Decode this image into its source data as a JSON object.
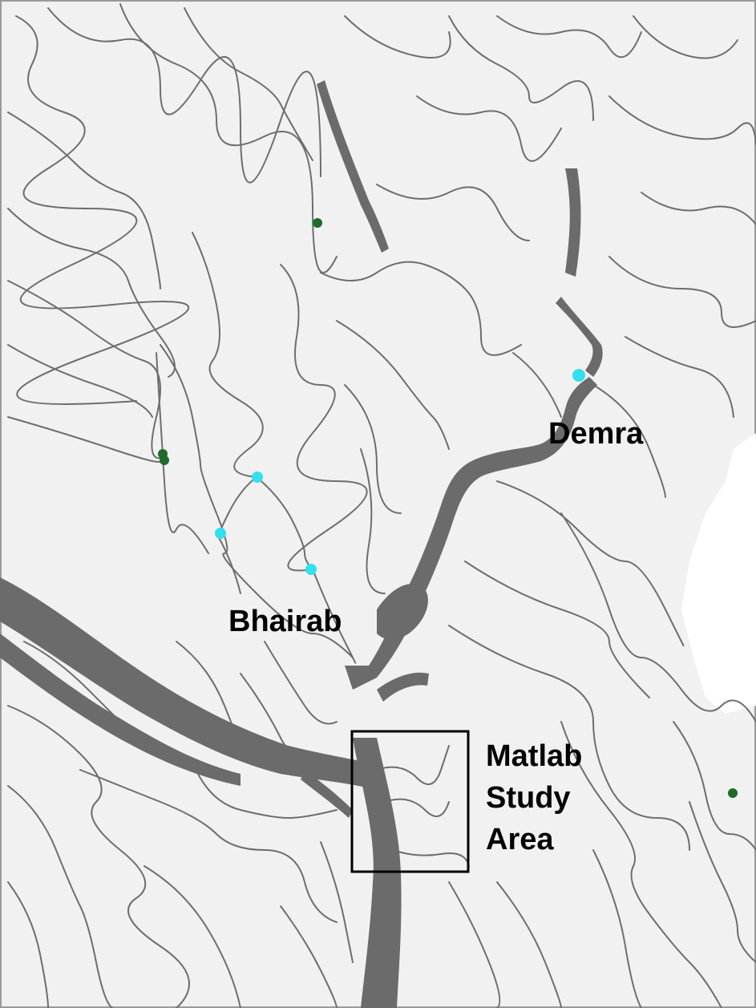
{
  "map": {
    "labels": {
      "demra": "Demra",
      "bhairab": "Bhairab",
      "study_area": [
        "Matlab",
        "Study",
        "Area"
      ]
    },
    "colors": {
      "land": "#f1f1f1",
      "outside_region": "#ffffff",
      "major_river": "#6b6b6b",
      "minor_river": "#6e6e6e",
      "border": "#9a9a9a",
      "station_green": "#1e6b2a",
      "station_cyan": "#33e0ee",
      "study_box": "#000000",
      "label_text": "#000000"
    },
    "legend": null
  }
}
